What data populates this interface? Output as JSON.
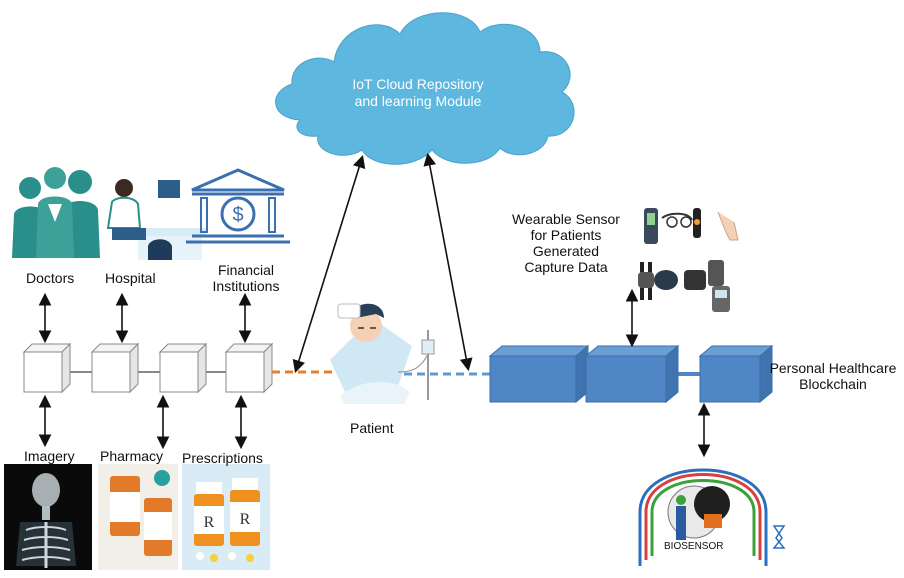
{
  "cloud": {
    "line1": "IoT Cloud Repository",
    "line2": "and learning Module"
  },
  "top_nodes": [
    {
      "label": "Doctors"
    },
    {
      "label": "Hospital"
    },
    {
      "label_line1": "Financial",
      "label_line2": "Institutions"
    }
  ],
  "bottom_nodes": [
    {
      "label": "Imagery"
    },
    {
      "label": "Pharmacy"
    },
    {
      "label": "Prescriptions"
    }
  ],
  "patient": {
    "label": "Patient"
  },
  "wearable": {
    "line1": "Wearable Sensor",
    "line2": "for Patients",
    "line3": "Generated",
    "line4": "Capture Data"
  },
  "blockchain": {
    "line1": "Personal Healthcare",
    "line2": "Blockchain"
  },
  "biosensor": {
    "label": "BIOSENSOR"
  },
  "colors": {
    "cloud": "#5db7de",
    "blue_block": "#4f86c6",
    "blue_block_top": "#6b9fd4",
    "orange_dash": "#e87d2f",
    "blue_dash": "#5b9bd5",
    "teal": "#2a8f8a"
  }
}
